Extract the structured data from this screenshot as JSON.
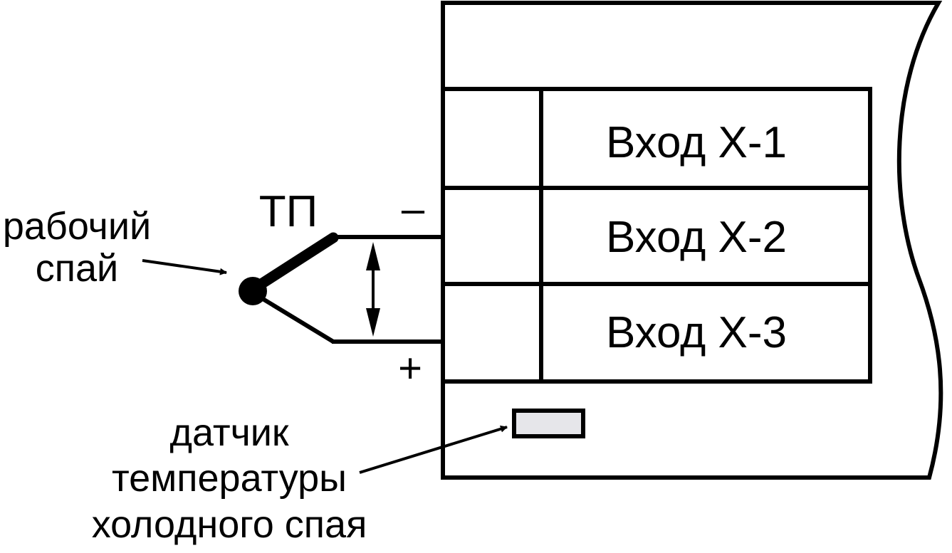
{
  "inputs": [
    {
      "label": "Вход Х-1"
    },
    {
      "label": "Вход Х-2"
    },
    {
      "label": "Вход Х-3"
    }
  ],
  "sensor": {
    "label": "ТП",
    "minus": "–",
    "plus": "+"
  },
  "junction_label": {
    "line1": "рабочий",
    "line2": "спай"
  },
  "cold_junction_label": {
    "line1": "датчик",
    "line2": "температуры",
    "line3": "холодного спая"
  },
  "colors": {
    "stroke": "#000000",
    "cold_sensor_fill": "#e6e6ea"
  }
}
